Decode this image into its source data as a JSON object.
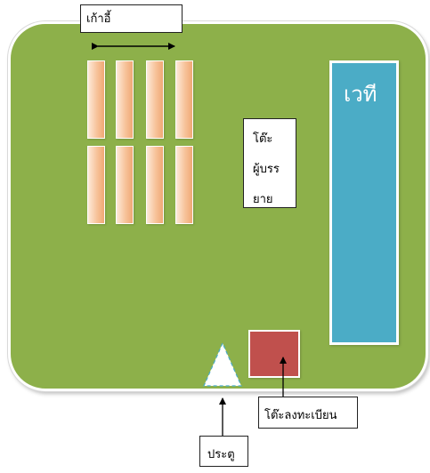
{
  "labels": {
    "chairs": "เก้าอี้",
    "stage": "เวที",
    "committee_table": [
      "โต๊ะ",
      "ผู้บรร",
      "ยาย"
    ],
    "registration_table": "โต๊ะลงทะเบียน",
    "door": "ประตู"
  },
  "colors": {
    "field": "#8db04a",
    "stage": "#4bacc6",
    "registration_table": "#c0504d",
    "chairs": "#f7c39a"
  }
}
